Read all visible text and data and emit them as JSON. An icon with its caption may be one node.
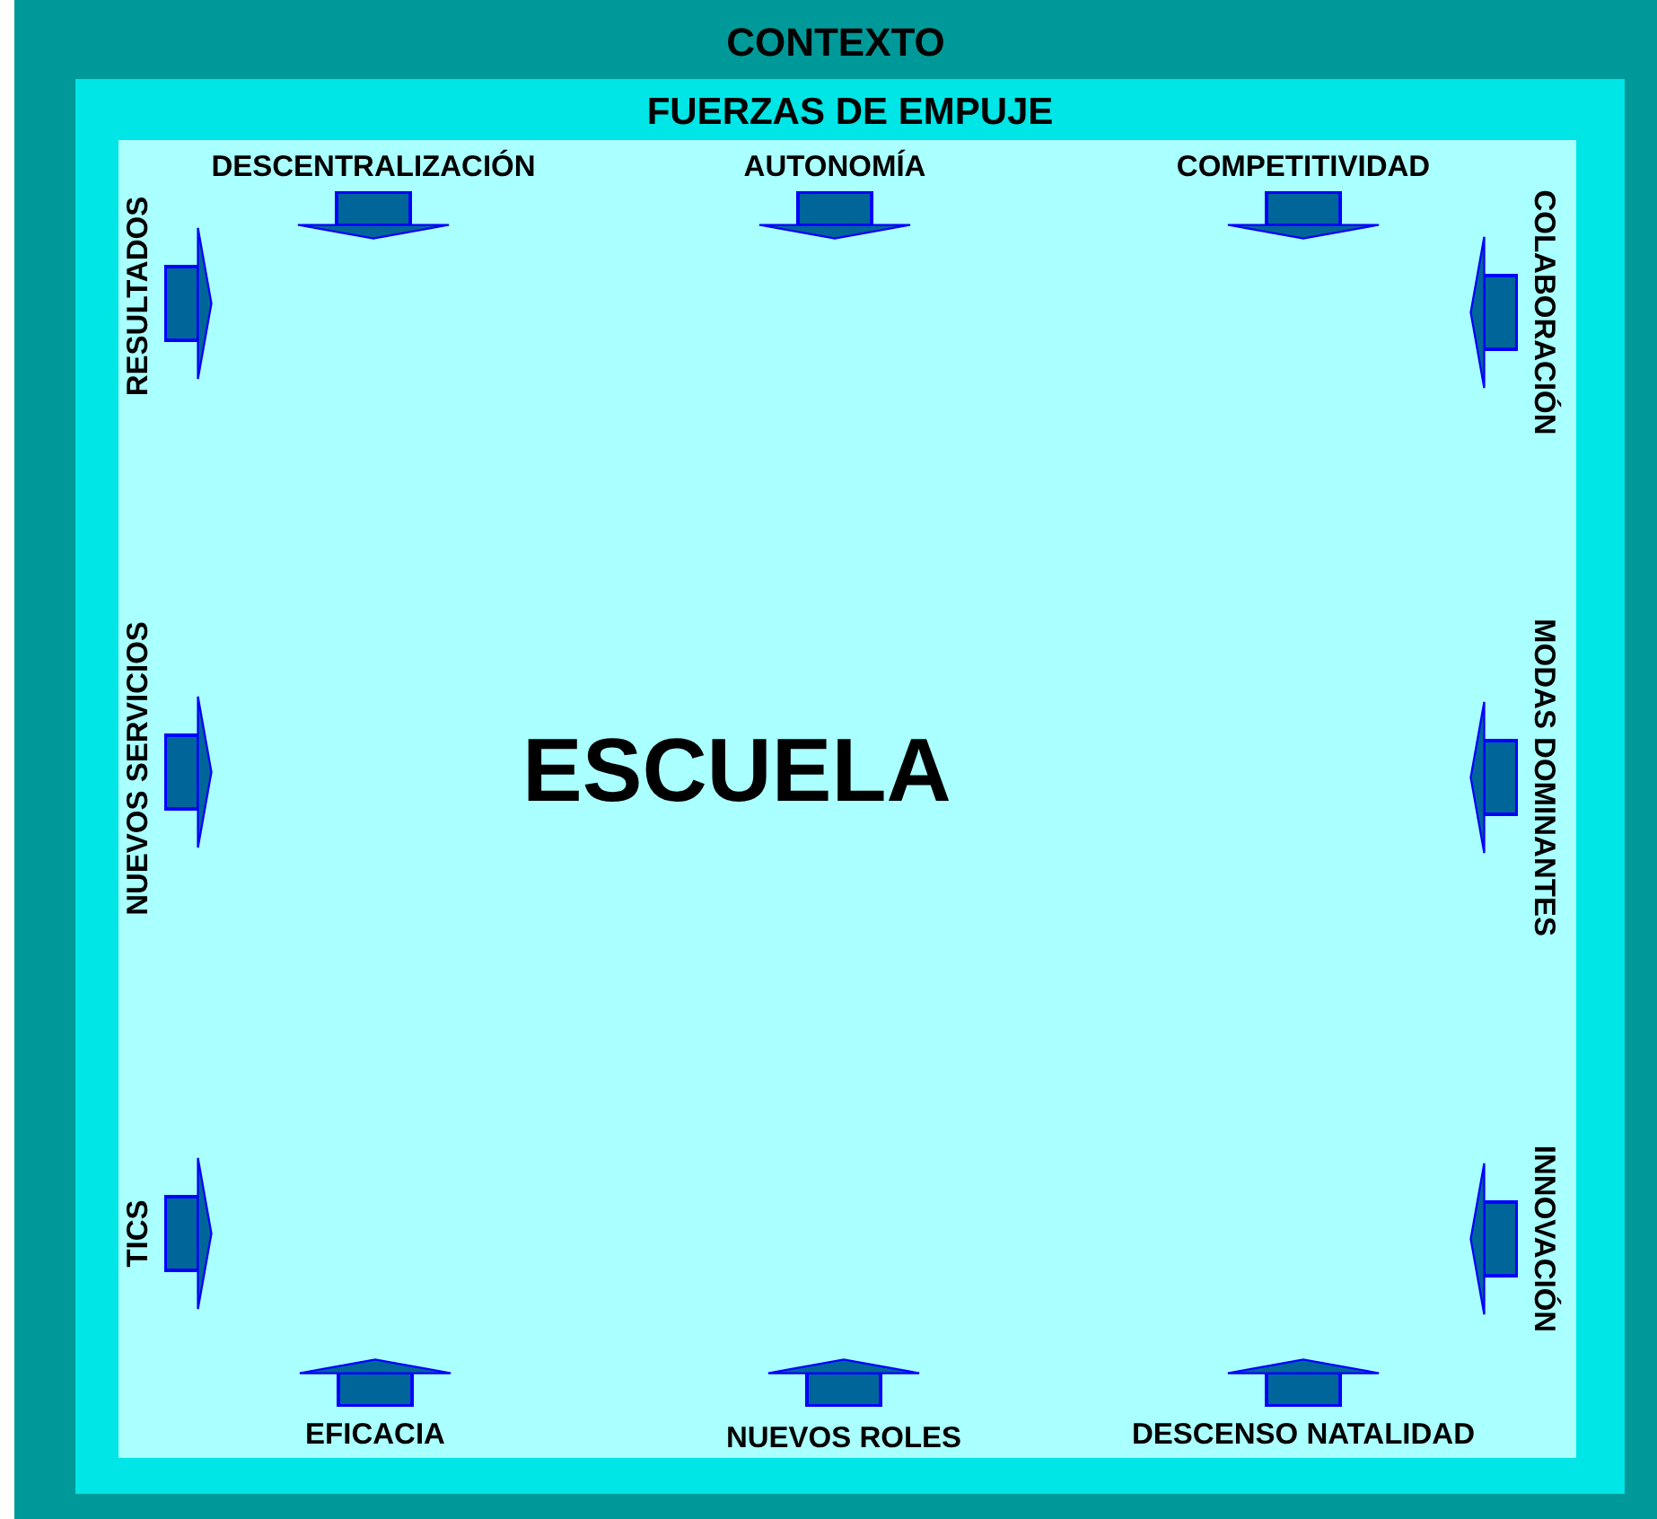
{
  "diagram": {
    "nodes": [
      {
        "text": [
          "CONTEXTO"
        ]
      },
      {
        "text": [
          "FUERZAS DE EMPUJE"
        ],
        "in": 0
      },
      {
        "text": [
          "ESCUELA"
        ],
        "in": 1
      }
    ],
    "labels": [
      "DESCENTRALIZACIÓN",
      "AUTONOMÍA",
      "COMPETITIVIDAD",
      "RESULTADOS",
      "COLABORACIÓN",
      "NUEVOS SERVICIOS",
      "MODAS DOMINANTES",
      "TICS",
      "INNOVACIÓN",
      "EFICACIA",
      "NUEVOS ROLES",
      "DESCENSO NATALIDAD"
    ]
  }
}
